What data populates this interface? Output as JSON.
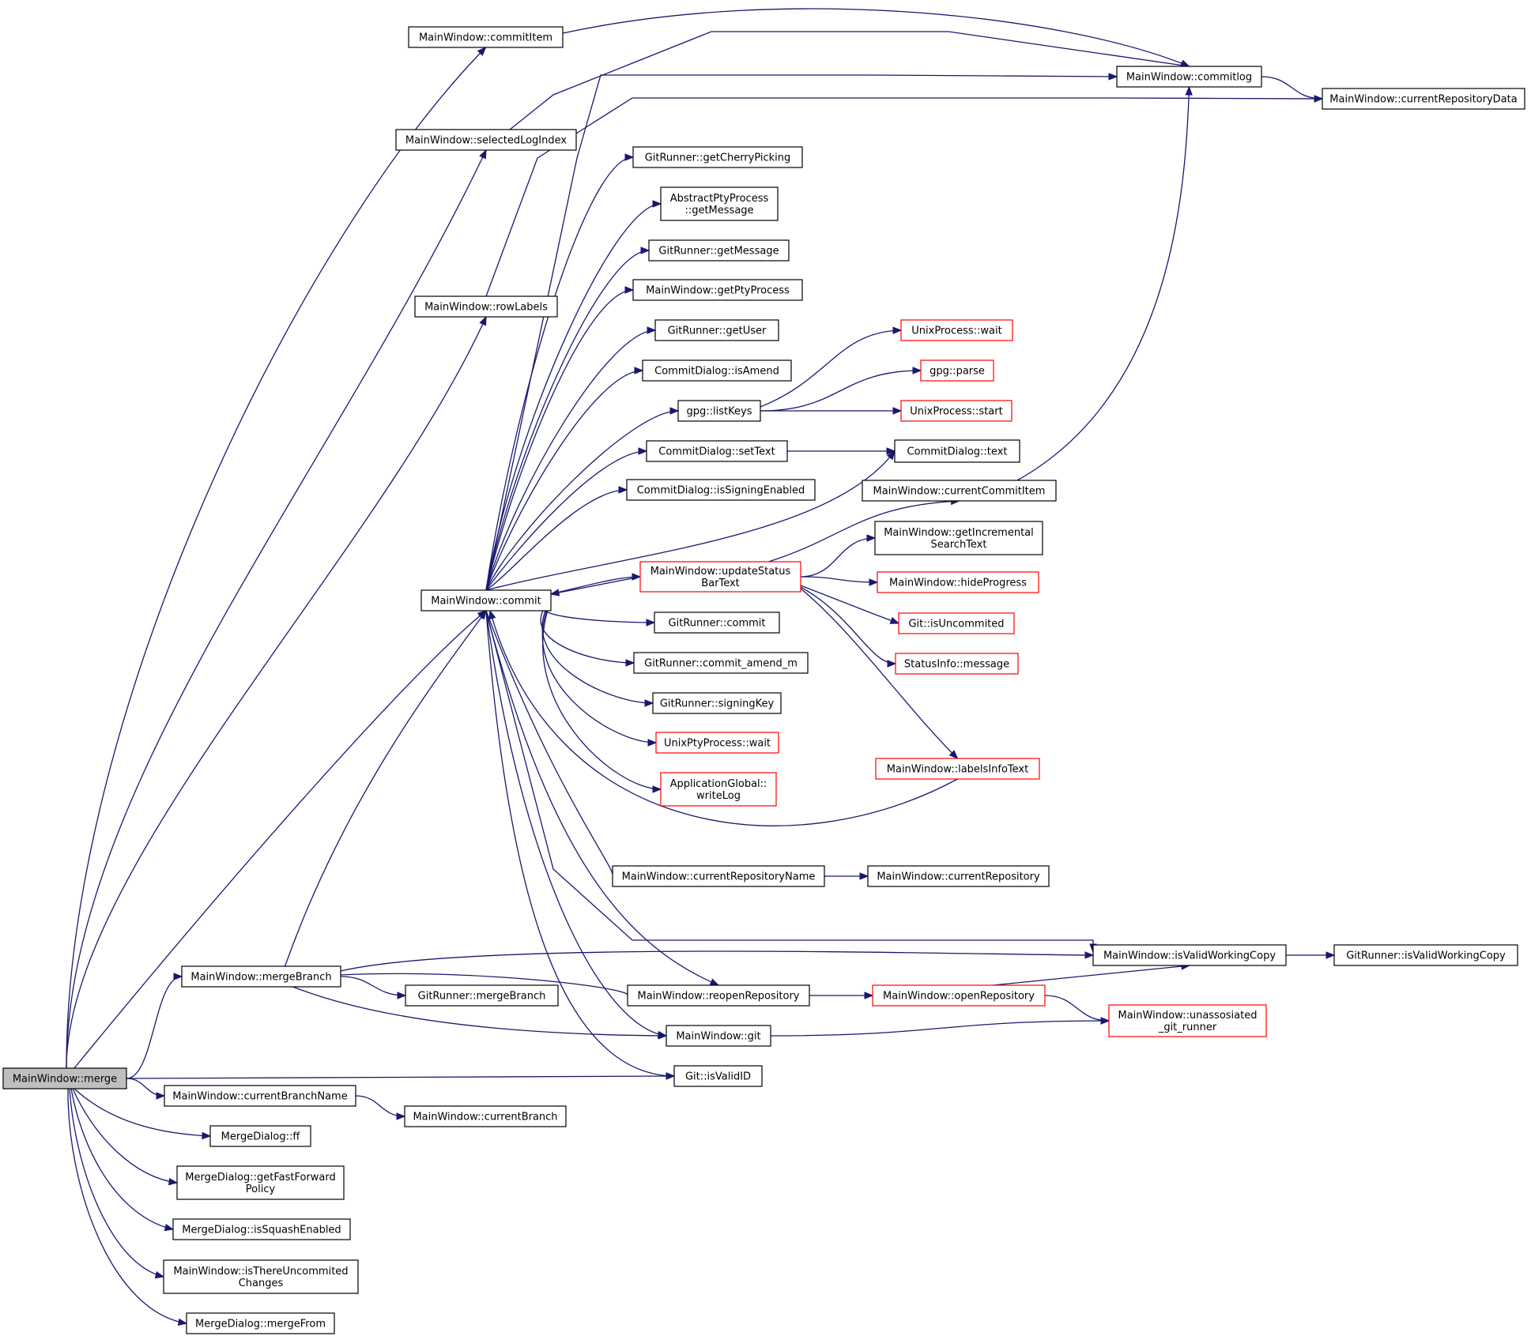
{
  "graph": {
    "root": "MainWindow::merge",
    "nodes": [
      {
        "id": "merge",
        "lines": [
          "MainWindow::merge"
        ],
        "style": "root"
      },
      {
        "id": "commitItem",
        "lines": [
          "MainWindow::commitItem"
        ],
        "style": "normal"
      },
      {
        "id": "selectedLogIndex",
        "lines": [
          "MainWindow::selectedLogIndex"
        ],
        "style": "normal"
      },
      {
        "id": "rowLabels",
        "lines": [
          "MainWindow::rowLabels"
        ],
        "style": "normal"
      },
      {
        "id": "commitlog",
        "lines": [
          "MainWindow::commitlog"
        ],
        "style": "normal"
      },
      {
        "id": "currentRepositoryData",
        "lines": [
          "MainWindow::currentRepositoryData"
        ],
        "style": "normal"
      },
      {
        "id": "getCherryPicking",
        "lines": [
          "GitRunner::getCherryPicking"
        ],
        "style": "normal"
      },
      {
        "id": "abstractGetMessage",
        "lines": [
          "AbstractPtyProcess",
          "::getMessage"
        ],
        "style": "normal"
      },
      {
        "id": "gitGetMessage",
        "lines": [
          "GitRunner::getMessage"
        ],
        "style": "normal"
      },
      {
        "id": "getPtyProcess",
        "lines": [
          "MainWindow::getPtyProcess"
        ],
        "style": "normal"
      },
      {
        "id": "getUser",
        "lines": [
          "GitRunner::getUser"
        ],
        "style": "normal"
      },
      {
        "id": "isAmend",
        "lines": [
          "CommitDialog::isAmend"
        ],
        "style": "normal"
      },
      {
        "id": "listKeys",
        "lines": [
          "gpg::listKeys"
        ],
        "style": "normal"
      },
      {
        "id": "unixWait",
        "lines": [
          "UnixProcess::wait"
        ],
        "style": "red"
      },
      {
        "id": "gpgParse",
        "lines": [
          "gpg::parse"
        ],
        "style": "red"
      },
      {
        "id": "unixStart",
        "lines": [
          "UnixProcess::start"
        ],
        "style": "red"
      },
      {
        "id": "setText",
        "lines": [
          "CommitDialog::setText"
        ],
        "style": "normal"
      },
      {
        "id": "dlgText",
        "lines": [
          "CommitDialog::text"
        ],
        "style": "normal"
      },
      {
        "id": "isSigningEnabled",
        "lines": [
          "CommitDialog::isSigningEnabled"
        ],
        "style": "normal"
      },
      {
        "id": "currentCommitItem",
        "lines": [
          "MainWindow::currentCommitItem"
        ],
        "style": "normal"
      },
      {
        "id": "getIncrementalSearchText",
        "lines": [
          "MainWindow::getIncremental",
          "SearchText"
        ],
        "style": "normal"
      },
      {
        "id": "updateStatusBarText",
        "lines": [
          "MainWindow::updateStatus",
          "BarText"
        ],
        "style": "red"
      },
      {
        "id": "hideProgress",
        "lines": [
          "MainWindow::hideProgress"
        ],
        "style": "red"
      },
      {
        "id": "commit",
        "lines": [
          "MainWindow::commit"
        ],
        "style": "normal"
      },
      {
        "id": "gitCommit",
        "lines": [
          "GitRunner::commit"
        ],
        "style": "normal"
      },
      {
        "id": "isUncommited",
        "lines": [
          "Git::isUncommited"
        ],
        "style": "red"
      },
      {
        "id": "commitAmend",
        "lines": [
          "GitRunner::commit_amend_m"
        ],
        "style": "normal"
      },
      {
        "id": "statusMessage",
        "lines": [
          "StatusInfo::message"
        ],
        "style": "red"
      },
      {
        "id": "signingKey",
        "lines": [
          "GitRunner::signingKey"
        ],
        "style": "normal"
      },
      {
        "id": "unixPtyWait",
        "lines": [
          "UnixPtyProcess::wait"
        ],
        "style": "red"
      },
      {
        "id": "writeLog",
        "lines": [
          "ApplicationGlobal::",
          "writeLog"
        ],
        "style": "red"
      },
      {
        "id": "labelsInfoText",
        "lines": [
          "MainWindow::labelsInfoText"
        ],
        "style": "red"
      },
      {
        "id": "currentRepositoryName",
        "lines": [
          "MainWindow::currentRepositoryName"
        ],
        "style": "normal"
      },
      {
        "id": "currentRepository",
        "lines": [
          "MainWindow::currentRepository"
        ],
        "style": "normal"
      },
      {
        "id": "mwIsValidWorkingCopy",
        "lines": [
          "MainWindow::isValidWorkingCopy"
        ],
        "style": "normal"
      },
      {
        "id": "grIsValidWorkingCopy",
        "lines": [
          "GitRunner::isValidWorkingCopy"
        ],
        "style": "normal"
      },
      {
        "id": "mergeBranch",
        "lines": [
          "MainWindow::mergeBranch"
        ],
        "style": "normal"
      },
      {
        "id": "grMergeBranch",
        "lines": [
          "GitRunner::mergeBranch"
        ],
        "style": "normal"
      },
      {
        "id": "reopenRepository",
        "lines": [
          "MainWindow::reopenRepository"
        ],
        "style": "normal"
      },
      {
        "id": "openRepository",
        "lines": [
          "MainWindow::openRepository"
        ],
        "style": "red"
      },
      {
        "id": "unassosiated",
        "lines": [
          "MainWindow::unassosiated",
          "_git_runner"
        ],
        "style": "red"
      },
      {
        "id": "mwGit",
        "lines": [
          "MainWindow::git"
        ],
        "style": "normal"
      },
      {
        "id": "isValidID",
        "lines": [
          "Git::isValidID"
        ],
        "style": "normal"
      },
      {
        "id": "currentBranchName",
        "lines": [
          "MainWindow::currentBranchName"
        ],
        "style": "normal"
      },
      {
        "id": "currentBranch",
        "lines": [
          "MainWindow::currentBranch"
        ],
        "style": "normal"
      },
      {
        "id": "ff",
        "lines": [
          "MergeDialog::ff"
        ],
        "style": "normal"
      },
      {
        "id": "getFastForwardPolicy",
        "lines": [
          "MergeDialog::getFastForward",
          "Policy"
        ],
        "style": "normal"
      },
      {
        "id": "isSquashEnabled",
        "lines": [
          "MergeDialog::isSquashEnabled"
        ],
        "style": "normal"
      },
      {
        "id": "isThereUncommitedChanges",
        "lines": [
          "MainWindow::isThereUncommited",
          "Changes"
        ],
        "style": "normal"
      },
      {
        "id": "mergeFrom",
        "lines": [
          "MergeDialog::mergeFrom"
        ],
        "style": "normal"
      }
    ],
    "edges": [
      [
        "merge",
        "commitItem"
      ],
      [
        "merge",
        "selectedLogIndex"
      ],
      [
        "merge",
        "rowLabels"
      ],
      [
        "merge",
        "commit"
      ],
      [
        "merge",
        "mergeBranch"
      ],
      [
        "merge",
        "isValidID"
      ],
      [
        "merge",
        "currentBranchName"
      ],
      [
        "merge",
        "ff"
      ],
      [
        "merge",
        "getFastForwardPolicy"
      ],
      [
        "merge",
        "isSquashEnabled"
      ],
      [
        "merge",
        "isThereUncommitedChanges"
      ],
      [
        "merge",
        "mergeFrom"
      ],
      [
        "commitItem",
        "commitlog"
      ],
      [
        "selectedLogIndex",
        "commitlog"
      ],
      [
        "rowLabels",
        "currentRepositoryData"
      ],
      [
        "commitlog",
        "currentRepositoryData"
      ],
      [
        "commit",
        "commitlog"
      ],
      [
        "commit",
        "getCherryPicking"
      ],
      [
        "commit",
        "abstractGetMessage"
      ],
      [
        "commit",
        "gitGetMessage"
      ],
      [
        "commit",
        "getPtyProcess"
      ],
      [
        "commit",
        "getUser"
      ],
      [
        "commit",
        "isAmend"
      ],
      [
        "commit",
        "listKeys"
      ],
      [
        "commit",
        "setText"
      ],
      [
        "commit",
        "isSigningEnabled"
      ],
      [
        "commit",
        "dlgText"
      ],
      [
        "commit",
        "updateStatusBarText"
      ],
      [
        "commit",
        "gitCommit"
      ],
      [
        "commit",
        "commitAmend"
      ],
      [
        "commit",
        "signingKey"
      ],
      [
        "commit",
        "unixPtyWait"
      ],
      [
        "commit",
        "writeLog"
      ],
      [
        "commit",
        "currentRepositoryName"
      ],
      [
        "commit",
        "mwIsValidWorkingCopy"
      ],
      [
        "commit",
        "reopenRepository"
      ],
      [
        "commit",
        "mwGit"
      ],
      [
        "commit",
        "isValidID"
      ],
      [
        "listKeys",
        "unixWait"
      ],
      [
        "listKeys",
        "gpgParse"
      ],
      [
        "listKeys",
        "unixStart"
      ],
      [
        "setText",
        "dlgText"
      ],
      [
        "currentCommitItem",
        "commitlog"
      ],
      [
        "updateStatusBarText",
        "currentCommitItem"
      ],
      [
        "updateStatusBarText",
        "getIncrementalSearchText"
      ],
      [
        "updateStatusBarText",
        "hideProgress"
      ],
      [
        "updateStatusBarText",
        "isUncommited"
      ],
      [
        "updateStatusBarText",
        "statusMessage"
      ],
      [
        "updateStatusBarText",
        "labelsInfoText"
      ],
      [
        "updateStatusBarText",
        "commit"
      ],
      [
        "labelsInfoText",
        "commit"
      ],
      [
        "currentRepositoryName",
        "currentRepository"
      ],
      [
        "mwIsValidWorkingCopy",
        "grIsValidWorkingCopy"
      ],
      [
        "mergeBranch",
        "commit"
      ],
      [
        "mergeBranch",
        "mwIsValidWorkingCopy"
      ],
      [
        "mergeBranch",
        "reopenRepository"
      ],
      [
        "mergeBranch",
        "grMergeBranch"
      ],
      [
        "mergeBranch",
        "mwGit"
      ],
      [
        "reopenRepository",
        "openRepository"
      ],
      [
        "openRepository",
        "mwIsValidWorkingCopy"
      ],
      [
        "openRepository",
        "unassosiated"
      ],
      [
        "mwGit",
        "unassosiated"
      ],
      [
        "currentBranchName",
        "currentBranch"
      ]
    ],
    "colors": {
      "edge": "#191970",
      "node_border": "#000000",
      "node_border_incomplete": "#ff0000",
      "root_fill": "#bfbfbf",
      "node_fill": "#ffffff"
    }
  }
}
